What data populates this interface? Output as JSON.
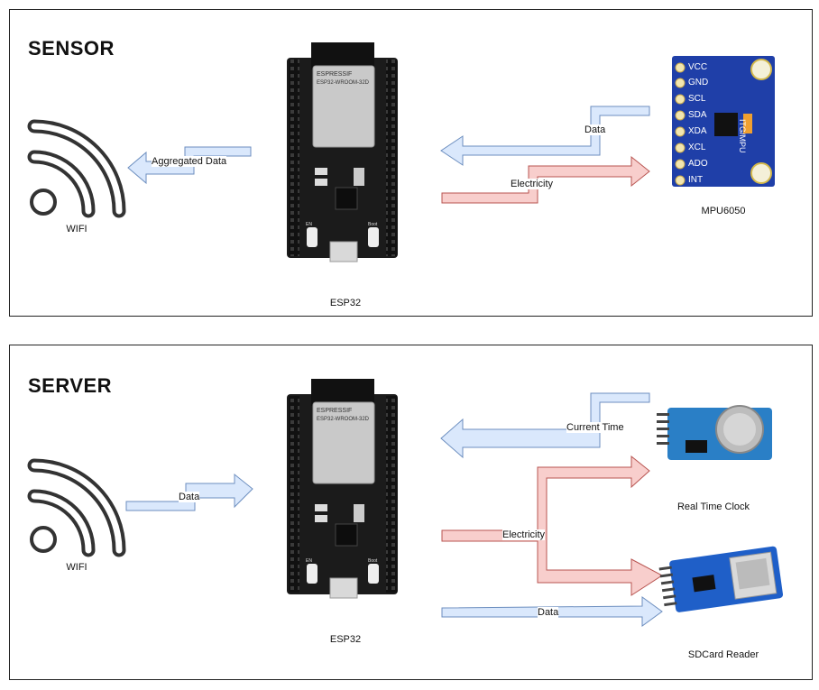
{
  "sensor": {
    "title": "SENSOR",
    "wifi_label": "WIFI",
    "board_label": "ESP32",
    "module_label": "MPU6050",
    "arrow_aggregated": "Aggregated Data",
    "arrow_data": "Data",
    "arrow_electricity": "Electricity",
    "board_print": {
      "brand": "ESPRESSIF",
      "model": "ESP32-WROOM-32D",
      "button_left": "EN",
      "button_right": "Boot"
    },
    "mpu_pins": [
      "VCC",
      "GND",
      "SCL",
      "SDA",
      "XDA",
      "XCL",
      "ADO",
      "INT"
    ],
    "mpu_print": "ITG/MPU"
  },
  "server": {
    "title": "SERVER",
    "wifi_label": "WIFI",
    "board_label": "ESP32",
    "rtc_label": "Real Time Clock",
    "sd_label": "SDCard Reader",
    "arrow_data_in": "Data",
    "arrow_current_time": "Current Time",
    "arrow_electricity": "Electricity",
    "arrow_data_out": "Data",
    "board_print": {
      "brand": "ESPRESSIF",
      "model": "ESP32-WROOM-32D",
      "button_left": "EN",
      "button_right": "Boot"
    }
  },
  "colors": {
    "data_fill": "#dae8fc",
    "data_stroke": "#6c8ebf",
    "power_fill": "#f8cecc",
    "power_stroke": "#b85450",
    "board": "#1b1b1b",
    "mpu_blue": "#1f3fa8",
    "rtc_blue": "#2a7fc6",
    "sd_blue": "#1f5fc8"
  }
}
